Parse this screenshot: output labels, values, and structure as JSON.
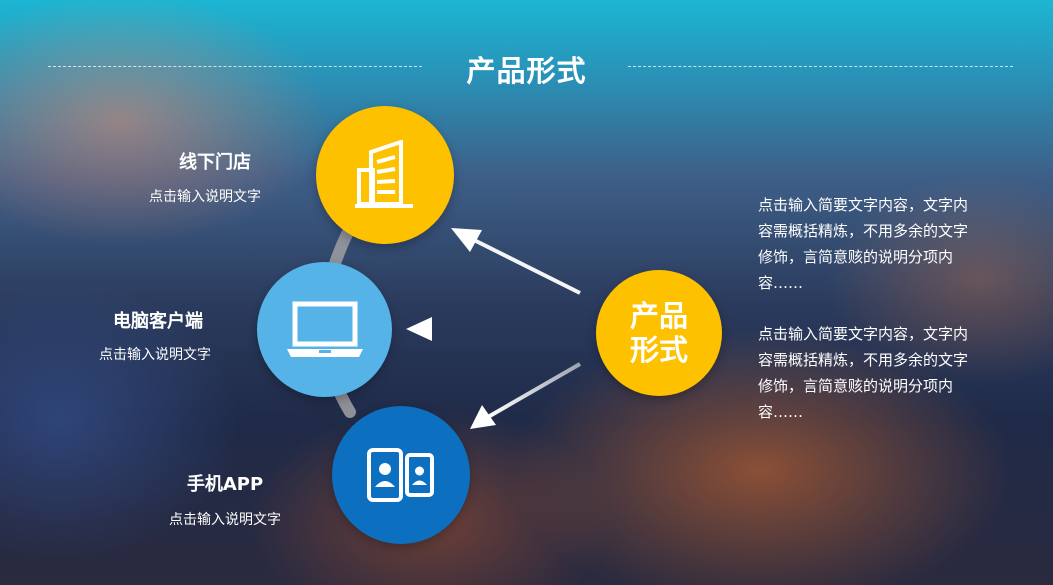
{
  "title": "产品形式",
  "center": {
    "line1": "产品",
    "line2": "形式"
  },
  "items": [
    {
      "title": "线下门店",
      "desc": "点击输入说明文字",
      "icon": "building-icon",
      "color": "#fdc100"
    },
    {
      "title": "电脑客户端",
      "desc": "点击输入说明文字",
      "icon": "laptop-icon",
      "color": "#55b3e8"
    },
    {
      "title": "手机APP",
      "desc": "点击输入说明文字",
      "icon": "mobile-contacts-icon",
      "color": "#0d6fc0"
    }
  ],
  "descriptions": [
    "点击输入简要文字内容，文字内容需概括精炼，不用多余的文字修饰，言简意赅的说明分项内容……",
    "点击输入简要文字内容，文字内容需概括精炼，不用多余的文字修饰，言简意赅的说明分项内容……"
  ]
}
